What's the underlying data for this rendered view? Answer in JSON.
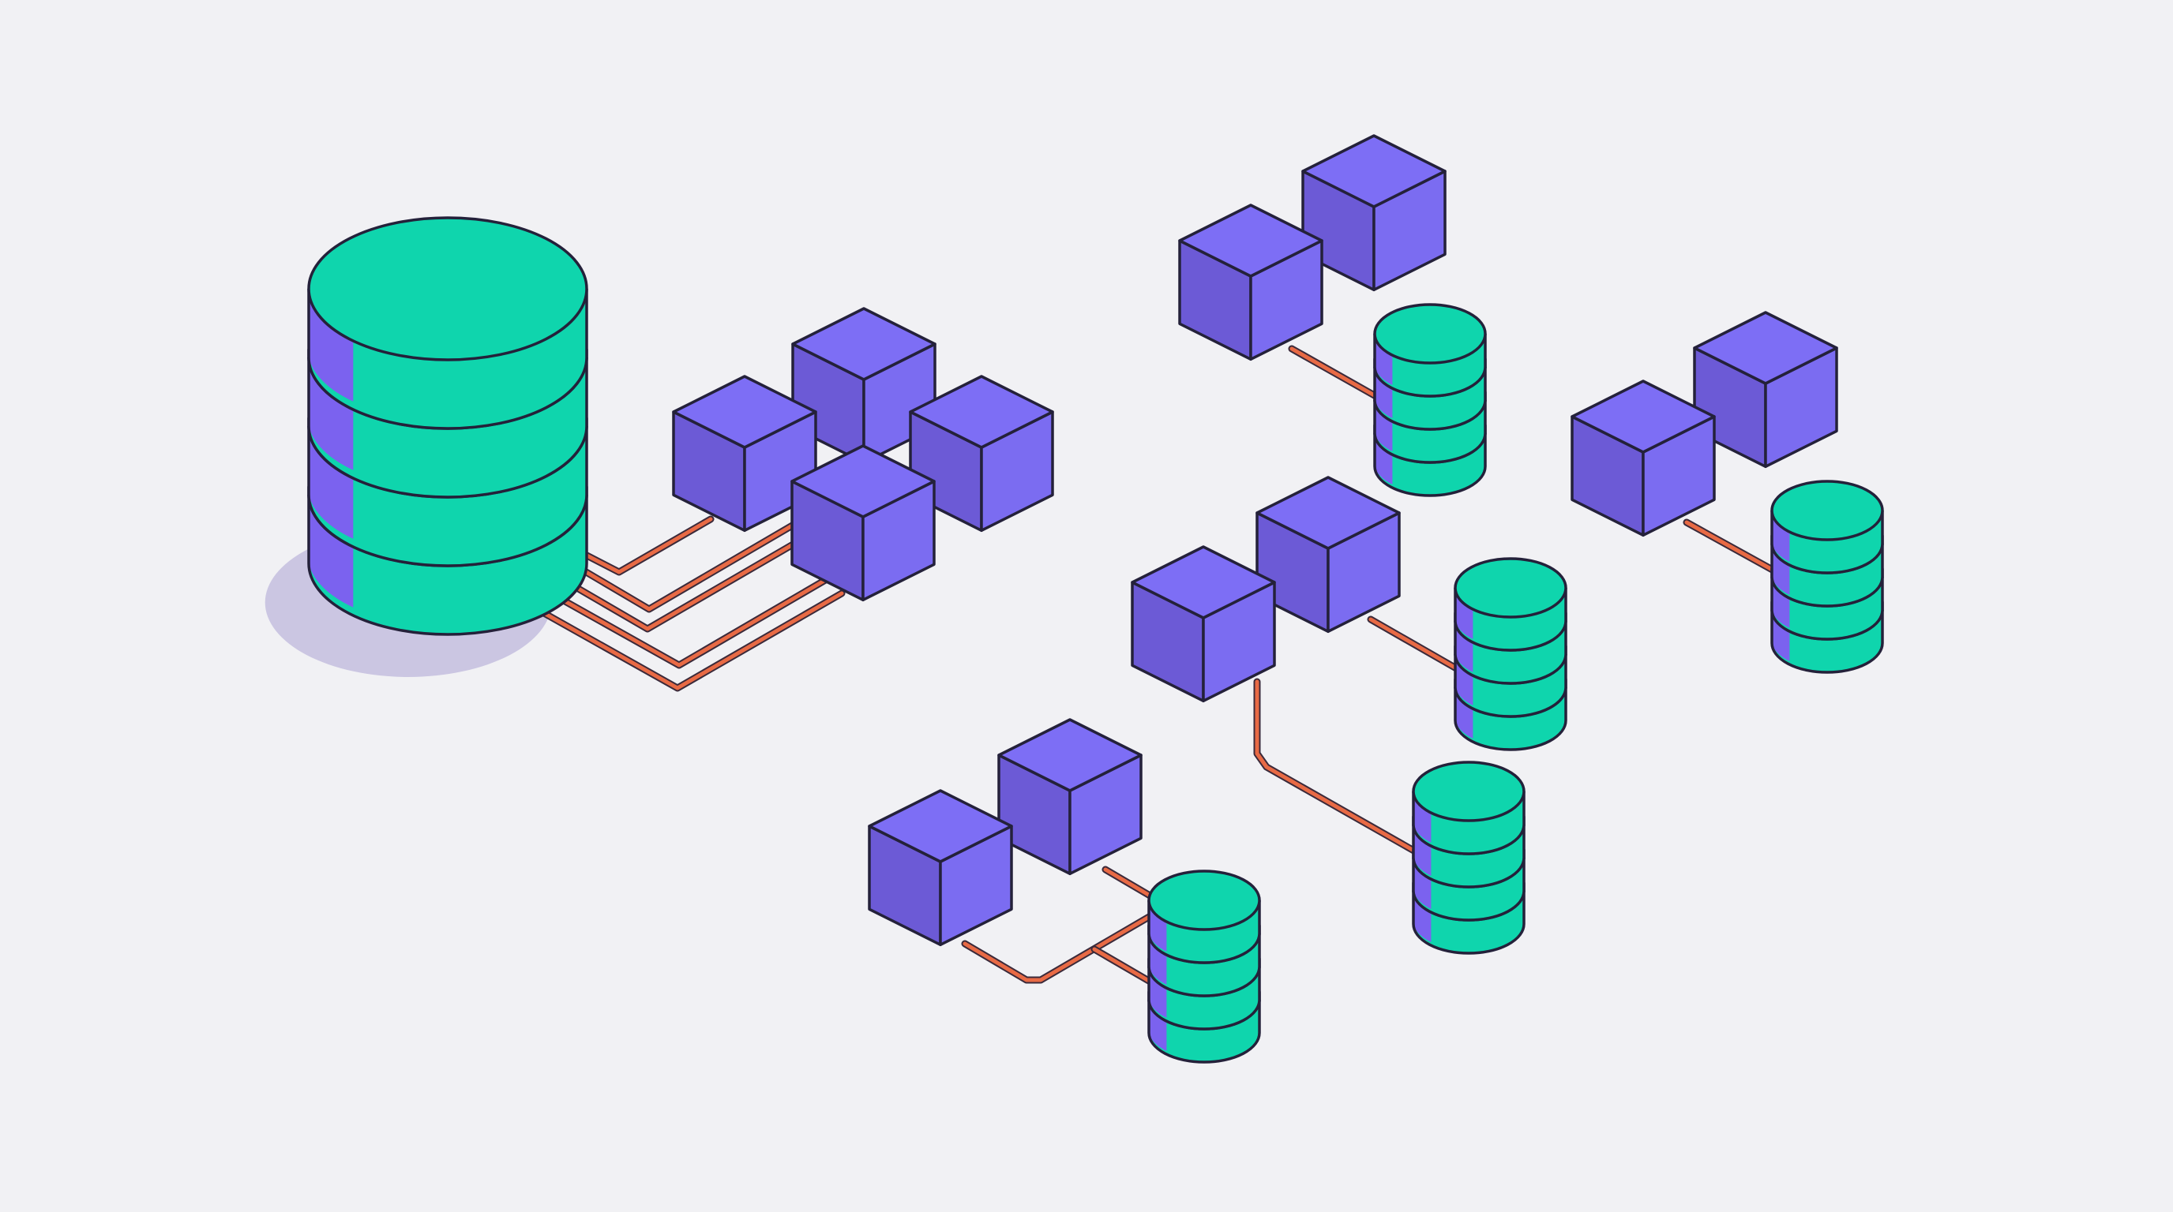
{
  "colors": {
    "background": "#f1f1f4",
    "cube_top": "#7d6ef5",
    "cube_left": "#6c5ad6",
    "cube_right": "#7b6cf1",
    "db_body": "#0fd5ad",
    "db_band": "#7b62ef",
    "db_shadow": "#cbc6e2",
    "connector": "#e86a45",
    "outline": "#24213a"
  },
  "icons": {
    "central_database": "database-icon",
    "compute_node": "cube-icon",
    "shard_database": "database-icon",
    "connection": "connector-line"
  },
  "structure": {
    "central_database": {
      "disk_layers": 4
    },
    "central_cluster": {
      "nodes": 4,
      "links_to_central_database": 5
    },
    "shard_groups": [
      {
        "name": "shard-group-top",
        "nodes": 2,
        "shard_databases": 1,
        "disk_layers": 4
      },
      {
        "name": "shard-group-right",
        "nodes": 2,
        "shard_databases": 1,
        "disk_layers": 4
      },
      {
        "name": "shard-group-middle",
        "nodes": 2,
        "shard_databases": 2,
        "disk_layers": 4
      },
      {
        "name": "shard-group-bottom",
        "nodes": 2,
        "shard_databases": 1,
        "disk_layers": 4
      }
    ]
  }
}
